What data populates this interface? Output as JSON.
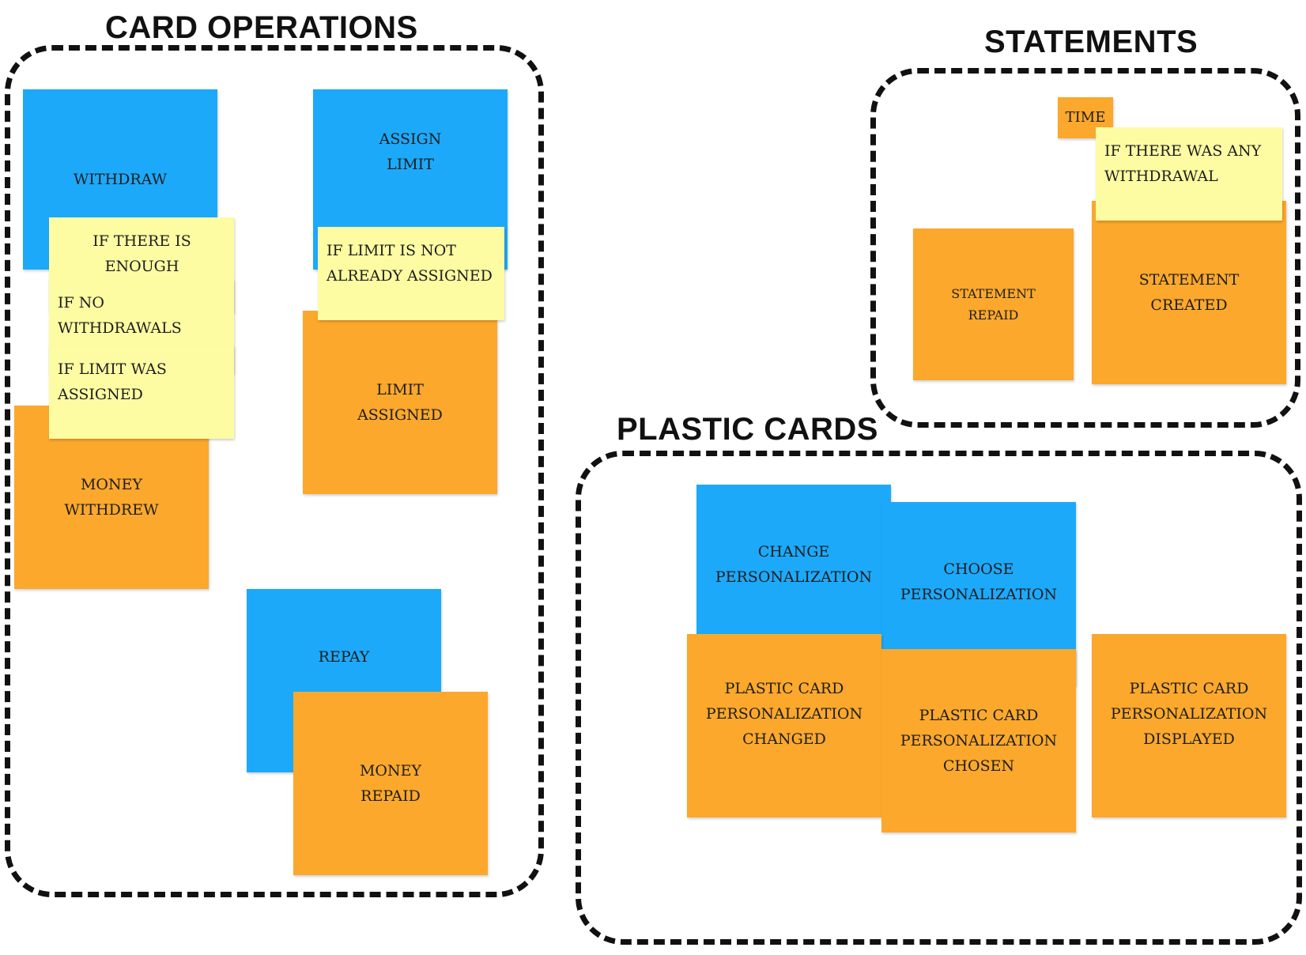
{
  "groups": {
    "card_operations": {
      "title": "CARD OPERATIONS",
      "commands": {
        "withdraw": "WITHDRAW",
        "assign_limit": "ASSIGN\nLIMIT",
        "repay": "REPAY"
      },
      "events": {
        "money_withdrew": "MONEY\nWITHDREW",
        "limit_assigned": "LIMIT\nASSIGNED",
        "money_repaid": "MONEY\nREPAID"
      },
      "policies": {
        "enough_money": "IF THERE IS ENOUGH\nMONEY",
        "no_withdrawals": "IF NO WITHDRAWALS\nWITHIN LAST HOUR",
        "limit_was_assigned": "IF LIMIT WAS\nASSIGNED",
        "limit_not_assigned": "IF LIMIT IS NOT\nALREADY ASSIGNED"
      }
    },
    "statements": {
      "title": "STATEMENTS",
      "time": "TIME",
      "policy": "IF THERE WAS ANY\nWITHDRAWAL",
      "events": {
        "statement_repaid": "STATEMENT\nREPAID",
        "statement_created": "STATEMENT\nCREATED"
      }
    },
    "plastic_cards": {
      "title": "PLASTIC CARDS",
      "commands": {
        "change_personalization": "CHANGE\nPERSONALIZATION",
        "choose_personalization": "CHOOSE\nPERSONALIZATION"
      },
      "events": {
        "personalization_changed": "PLASTIC CARD\nPERSONALIZATION\nCHANGED",
        "personalization_chosen": "PLASTIC CARD\nPERSONALIZATION\nCHOSEN",
        "personalization_displayed": "PLASTIC CARD\nPERSONALIZATION\nDISPLAYED"
      }
    }
  },
  "colors": {
    "command": "#1da9fa",
    "event": "#fba82c",
    "policy": "#fdfca2",
    "frame": "#111111"
  }
}
